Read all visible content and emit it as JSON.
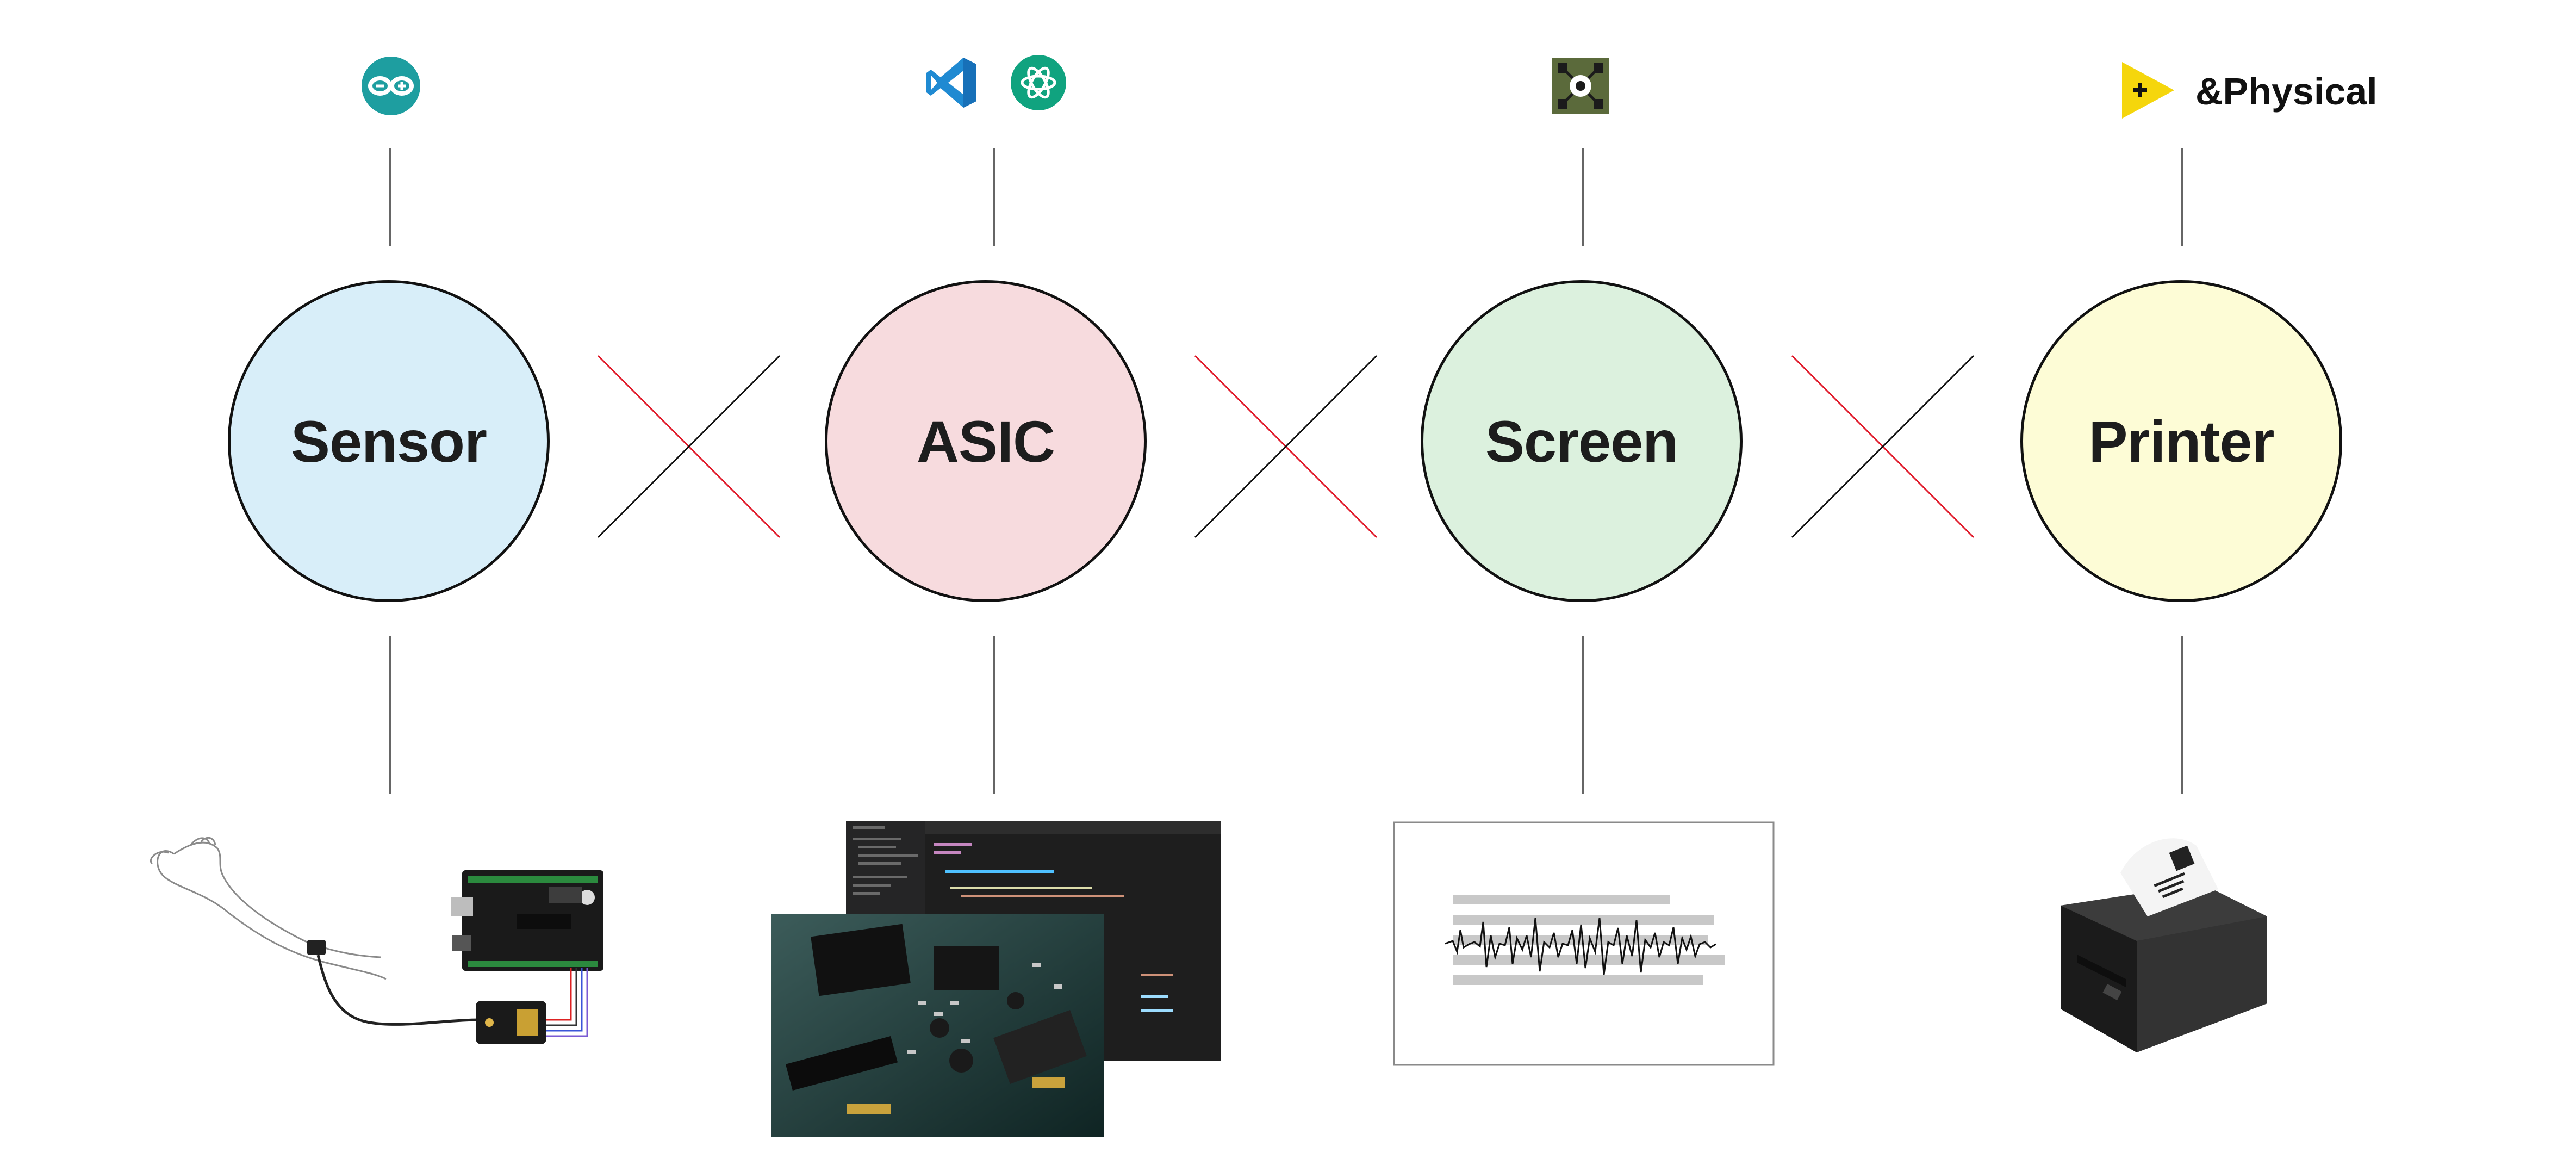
{
  "colors": {
    "sensor_fill": "#d8eef9",
    "asic_fill": "#f7dbde",
    "screen_fill": "#dcf1de",
    "printer_fill": "#fdfcd6",
    "cross_red": "#e01a2a",
    "cross_black": "#111111",
    "arduino_teal": "#1e9ea0",
    "vscode_blue": "#1f8ad2",
    "chatgpt_green": "#10a37f",
    "tool_olive": "#5b6a3b",
    "physical_yellow": "#f5d60c"
  },
  "stages": [
    {
      "label": "Sensor",
      "tool_icons": [
        "arduino-icon"
      ],
      "image": "heart-rate-sensor-with-arduino-board"
    },
    {
      "label": "ASIC",
      "tool_icons": [
        "vscode-icon",
        "chatgpt-icon"
      ],
      "image": "circuit-board-and-code-editor"
    },
    {
      "label": "Screen",
      "tool_icons": [
        "processing-tool-icon"
      ],
      "image": "waveform-on-screen"
    },
    {
      "label": "Printer",
      "tool_icons": [
        "physical-tool-icon"
      ],
      "tool_text": "&Physical",
      "image": "thermal-receipt-printer"
    }
  ]
}
